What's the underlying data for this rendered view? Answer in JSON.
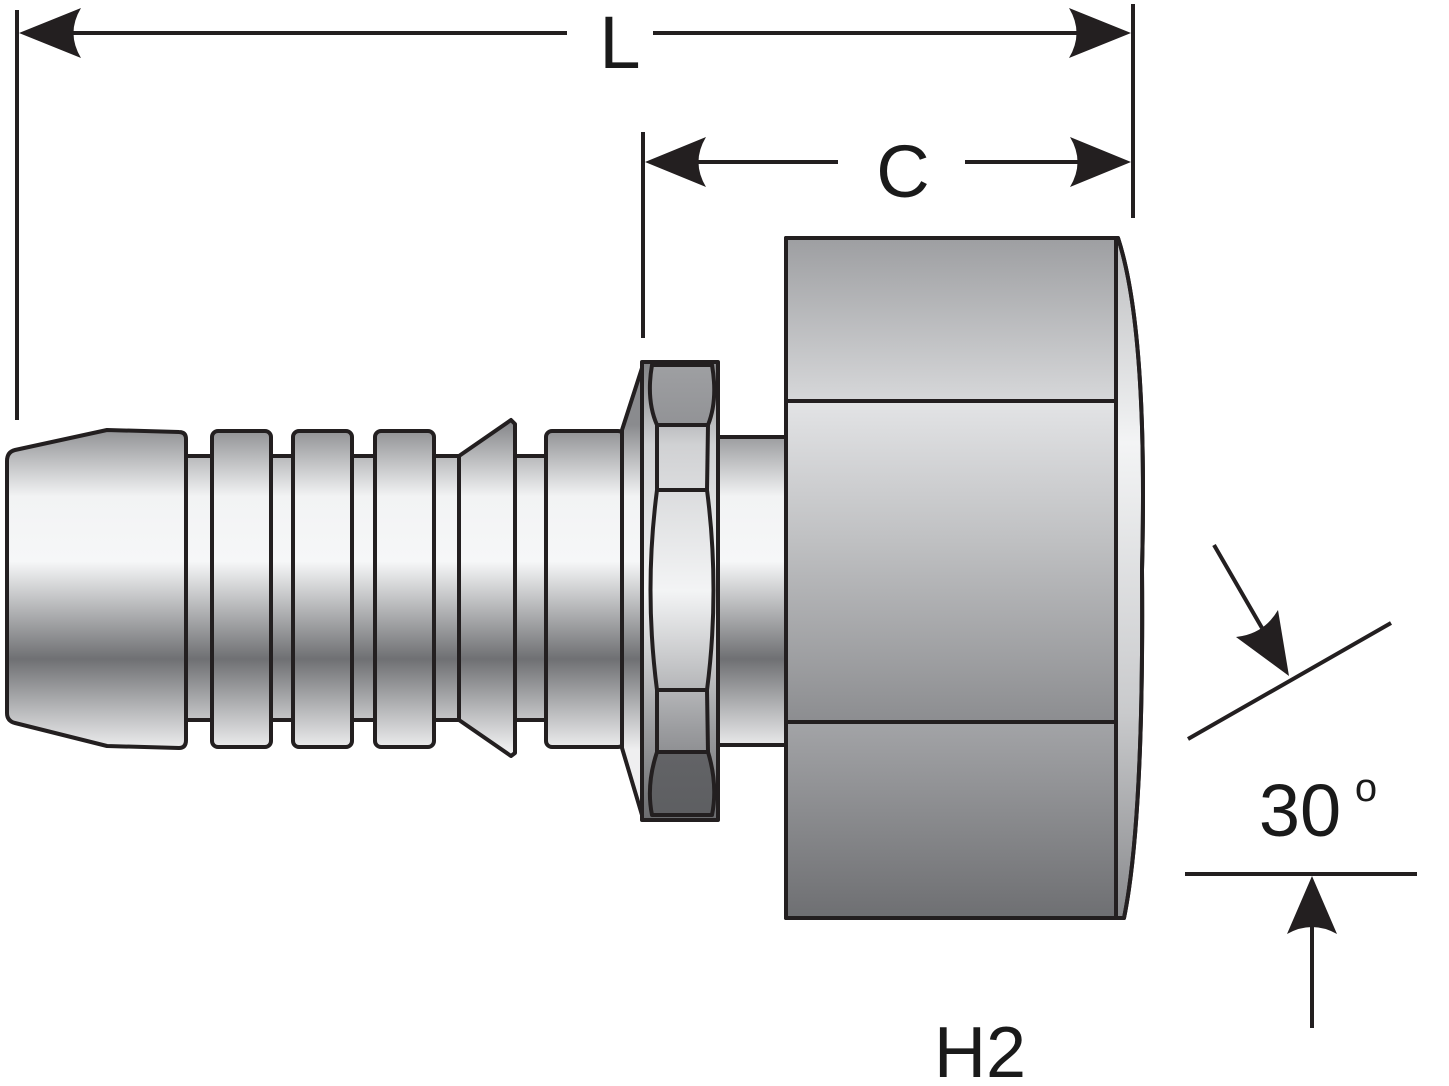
{
  "dimensions": {
    "overall_length_label": "L",
    "nut_length_label": "C"
  },
  "angle": {
    "value_label": "30",
    "unit_symbol": "o"
  },
  "part_code": "H2",
  "colors": {
    "outline": "#231f20",
    "metal_dark": "#6d6e71",
    "metal_light": "#f4f5f6"
  }
}
